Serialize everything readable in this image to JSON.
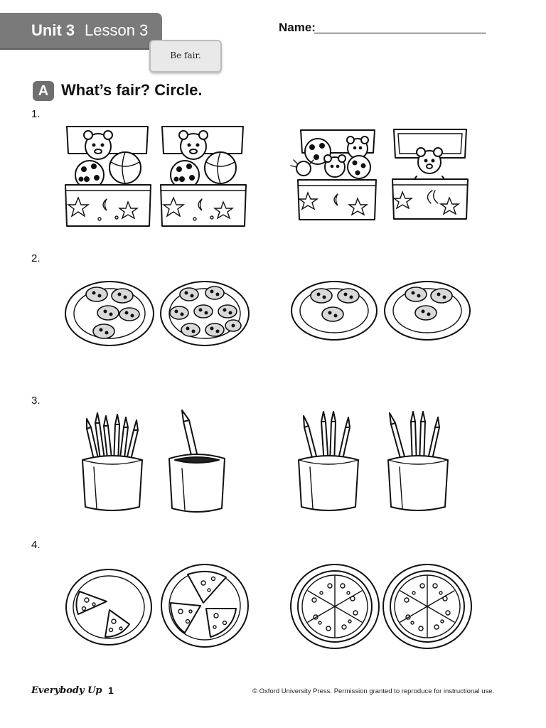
{
  "header": {
    "unit_label": "Unit 3",
    "lesson_label": "Lesson 3",
    "tag": "Be fair.",
    "name_label": "Name:"
  },
  "section": {
    "badge": "A",
    "title": "What’s fair? Circle."
  },
  "questions": [
    {
      "number": "1.",
      "subject": "toy boxes",
      "icons": [
        "toy-box-icon",
        "toy-box-icon",
        "toy-box-icon",
        "toy-box-icon"
      ]
    },
    {
      "number": "2.",
      "subject": "cookie plates",
      "icons": [
        "cookie-plate-icon",
        "cookie-plate-icon",
        "cookie-plate-icon",
        "cookie-plate-icon"
      ]
    },
    {
      "number": "3.",
      "subject": "pencil cups",
      "icons": [
        "pencil-cup-icon",
        "pencil-cup-icon",
        "pencil-cup-icon",
        "pencil-cup-icon"
      ]
    },
    {
      "number": "4.",
      "subject": "pizza plates",
      "icons": [
        "pizza-plate-icon",
        "pizza-plate-icon",
        "pizza-plate-icon",
        "pizza-plate-icon"
      ]
    }
  ],
  "counts": {
    "cookies": [
      5,
      8,
      3,
      3
    ],
    "pencils": [
      6,
      1,
      4,
      4
    ],
    "pizza_slices": [
      2,
      3,
      6,
      6
    ]
  },
  "footer": {
    "book": "Everybody Up",
    "level": "1",
    "copyright": "© Oxford University Press. Permission granted to reproduce for instructional use."
  }
}
